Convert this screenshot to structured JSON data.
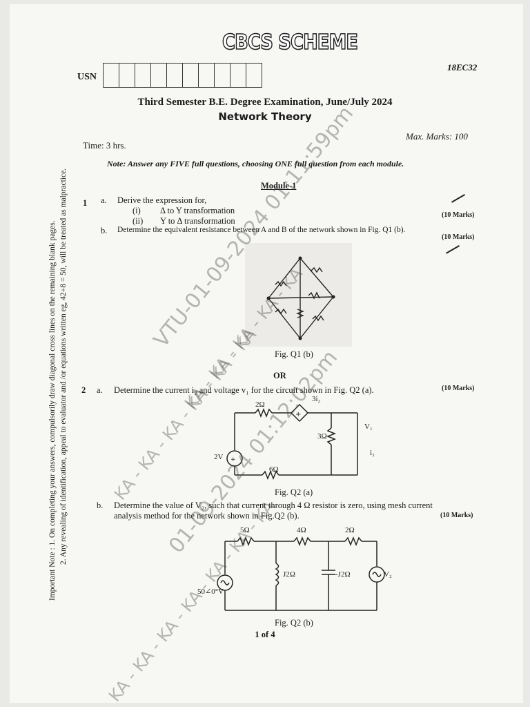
{
  "header": {
    "scheme": "CBCS SCHEME",
    "usn_label": "USN",
    "usn_boxes": 10,
    "course_code": "18EC32",
    "exam_title": "Third Semester B.E. Degree Examination, June/July 2024",
    "subject": "Network Theory",
    "time": "Time: 3 hrs.",
    "max_marks": "Max. Marks: 100",
    "note": "Note: Answer any FIVE full questions, choosing ONE full question from each module."
  },
  "module": "Module-1",
  "q1": {
    "num": "1",
    "a_label": "a.",
    "a_text": "Derive the expression for,",
    "a_i_label": "(i)",
    "a_i": "Δ to Y transformation",
    "a_ii_label": "(ii)",
    "a_ii": "Y to Δ transformation",
    "a_marks": "(10 Marks)",
    "b_label": "b.",
    "b_text": "Determine the equivalent resistance between A and B of the network shown in Fig. Q1 (b).",
    "b_marks": "(10 Marks)",
    "fig_caption": "Fig. Q1 (b)"
  },
  "or": "OR",
  "q2": {
    "num": "2",
    "a_label": "a.",
    "a_text": "Determine the current i₂ and voltage v₁ for the circuit shown in Fig. Q2 (a).",
    "a_marks": "(10 Marks)",
    "fig_a_caption": "Fig. Q2 (a)",
    "b_label": "b.",
    "b_text_1": "Determine the value of V₂, such that current through 4 Ω resistor is zero, using mesh current",
    "b_text_2": "analysis method for the network shown in Fig.Q2 (b).",
    "b_marks": "(10 Marks)",
    "fig_b_caption": "Fig. Q2 (b)"
  },
  "fig_q2a_labels": {
    "r1": "2Ω",
    "dep": "3i₂",
    "r2": "3Ω",
    "v1": "V₁",
    "i2": "i₂",
    "src": "2V",
    "r3": "6Ω"
  },
  "fig_q2b_labels": {
    "r1": "5Ω",
    "r2": "4Ω",
    "r3": "2Ω",
    "l1": "J2Ω",
    "c1": "-J2Ω",
    "src": "50∠0°V",
    "v2": "V₂"
  },
  "page": "1 of 4",
  "side_note": {
    "line1": "Important Note : 1. On completing your answers, compulsorily draw diagonal cross lines on the remaining blank pages.",
    "line2": "2. Any revealing of identification, appeal to evaluator and /or equations written eg, 42+8 = 50, will be treated as malpractice."
  },
  "watermarks": {
    "w1": "VTU-01-09-2024 01:11:59pm",
    "w2": "KA - KA - KA - KA - KA",
    "w3": "01-09-2024 01:12:02pm",
    "w4": "KA - KA - KA - KA - KA - KA",
    "w5": "KA - KA - KA - KA - KA - KA - KA"
  }
}
